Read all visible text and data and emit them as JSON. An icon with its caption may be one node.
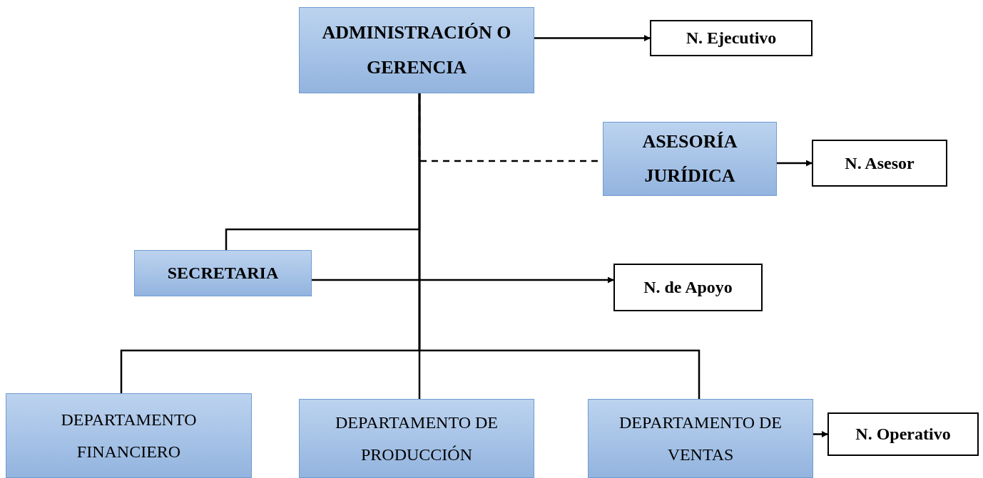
{
  "diagram": {
    "nodes": [
      {
        "text": [
          "ADMINISTRACIÓN O GERENCIA"
        ]
      },
      {
        "text": [
          "N. Ejecutivo"
        ]
      },
      {
        "text": [
          "ASESORÍA JURÍDICA"
        ]
      },
      {
        "text": [
          "N. Asesor"
        ]
      },
      {
        "text": [
          "SECRETARIA"
        ]
      },
      {
        "text": [
          "N. de Apoyo"
        ]
      },
      {
        "text": [
          "DEPARTAMENTO FINANCIERO"
        ]
      },
      {
        "text": [
          "DEPARTAMENTO DE PRODUCCIÓN"
        ]
      },
      {
        "text": [
          "DEPARTAMENTO DE VENTAS"
        ]
      },
      {
        "text": [
          "N. Operativo"
        ]
      }
    ],
    "edges": [
      {
        "from": 0,
        "to": 1,
        "arrow": "to"
      },
      {
        "from": 0,
        "to": 2,
        "arrow": "none",
        "style": "dashed"
      },
      {
        "from": 2,
        "to": 3,
        "arrow": "to"
      },
      {
        "from": 0,
        "to": 4,
        "arrow": "none"
      },
      {
        "from": 4,
        "to": 5,
        "arrow": "to"
      },
      {
        "from": 0,
        "to": 6,
        "arrow": "none"
      },
      {
        "from": 0,
        "to": 7,
        "arrow": "none"
      },
      {
        "from": 0,
        "to": 8,
        "arrow": "none"
      },
      {
        "from": 8,
        "to": 9,
        "arrow": "to"
      }
    ]
  }
}
